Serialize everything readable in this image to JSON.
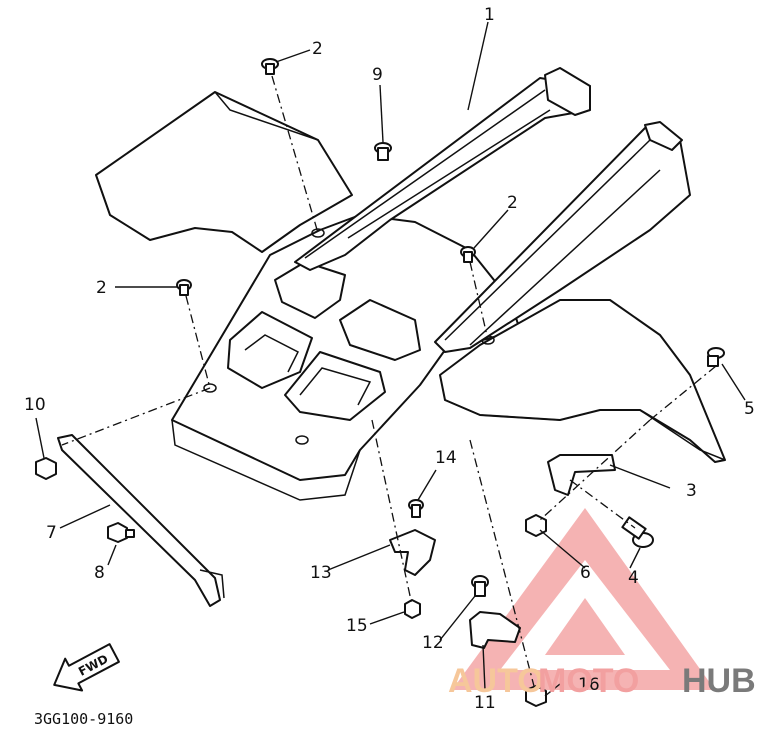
{
  "diagram": {
    "drawing_code": "3GG100-9160",
    "direction_label": "FWD",
    "watermark": {
      "part1": "AUTO",
      "part2": "MOTO",
      "part3": "HUB",
      "color_orange": "#f6c79a",
      "color_red": "#f2a0a0",
      "color_gray": "#7a7a7a"
    },
    "callouts": [
      {
        "id": "c1",
        "label": "1"
      },
      {
        "id": "c2a",
        "label": "2"
      },
      {
        "id": "c2b",
        "label": "2"
      },
      {
        "id": "c2c",
        "label": "2"
      },
      {
        "id": "c3",
        "label": "3"
      },
      {
        "id": "c4",
        "label": "4"
      },
      {
        "id": "c5",
        "label": "5"
      },
      {
        "id": "c6",
        "label": "6"
      },
      {
        "id": "c7",
        "label": "7"
      },
      {
        "id": "c8",
        "label": "8"
      },
      {
        "id": "c9",
        "label": "9"
      },
      {
        "id": "c10",
        "label": "10"
      },
      {
        "id": "c11",
        "label": "11"
      },
      {
        "id": "c12",
        "label": "12"
      },
      {
        "id": "c13",
        "label": "13"
      },
      {
        "id": "c14",
        "label": "14"
      },
      {
        "id": "c15",
        "label": "15"
      },
      {
        "id": "c16",
        "label": "16"
      }
    ]
  }
}
